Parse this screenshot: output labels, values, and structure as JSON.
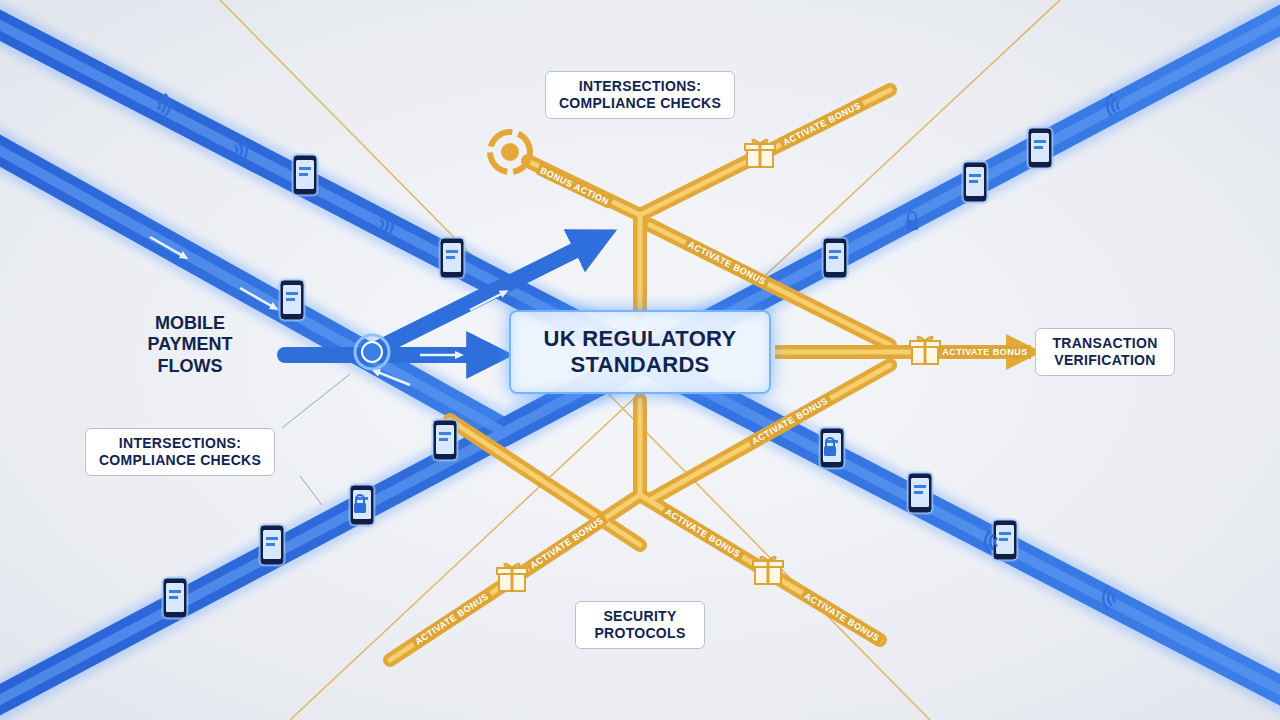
{
  "diagram": {
    "nodes": [
      {
        "text": [
          "INTERSECTIONS: COMPLIANCE CHECKS"
        ]
      },
      {
        "text": [
          "UK REGULATORY STANDARDS"
        ]
      },
      {
        "text": [
          "TRANSACTION VERIFICATION"
        ]
      },
      {
        "text": [
          "INTERSECTIONS: COMPLIANCE CHECKS"
        ]
      },
      {
        "text": [
          "SECURITY PROTOCOLS"
        ]
      }
    ],
    "edges": [
      {
        "from": 1,
        "to": 2,
        "arrow": "to"
      }
    ],
    "labels": [
      "MOBILE PAYMENT FLOWS",
      "BONUS ACTION",
      "ACTIVATE BONUS",
      "ACTIVATE BONUS",
      "ACTIVATE BONUS",
      "ACTIVATE BONUS",
      "ACTIVATE BONUS",
      "ACTIVATE BONUS",
      "ACTIVATE BONUS",
      "ACTIVATE BONUS"
    ]
  }
}
